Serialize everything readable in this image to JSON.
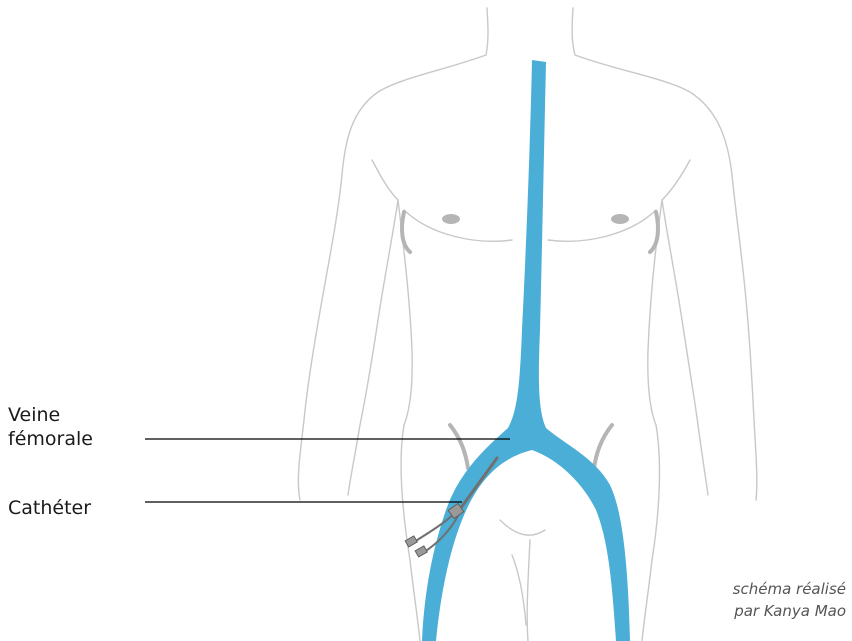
{
  "labels": {
    "veine_line1": "Veine",
    "veine_line2": "fémorale",
    "catheter": "Cathéter"
  },
  "credit": {
    "line1": "schéma réalisé",
    "line2": "par Kanya Mao"
  },
  "colors": {
    "vein": "#4aaed6",
    "body_outline": "#c8c8c8",
    "shadow": "#b5b5b5",
    "leader_line": "#000000",
    "catheter": "#707070"
  }
}
